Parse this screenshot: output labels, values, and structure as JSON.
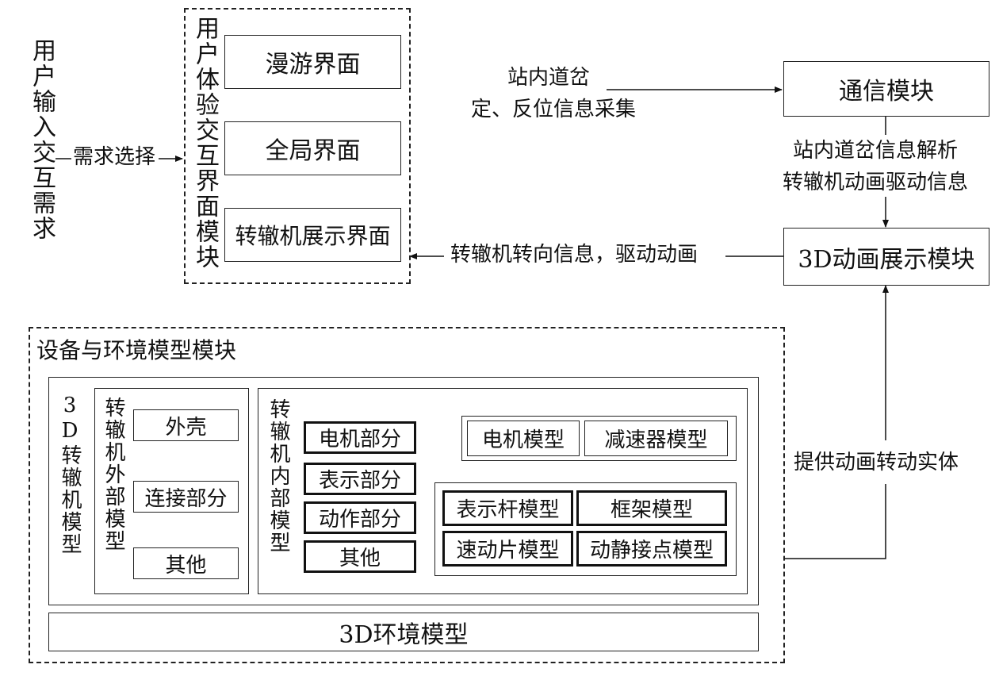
{
  "user_input": {
    "label": "用户输入交互需求",
    "need_selection": "需求选择"
  },
  "ux_module": {
    "title": "用户体验交互界面模块",
    "screens": [
      "漫游界面",
      "全局界面",
      "转辙机展示界面"
    ]
  },
  "communication": {
    "collect_line1": "站内道岔",
    "collect_line2": "定、反位信息采集",
    "module": "通信模块",
    "parse_line1": "站内道岔信息解析",
    "parse_line2": "转辙机动画驱动信息"
  },
  "animation": {
    "module": "3D动画展示模块",
    "turn_info": "转辙机转向信息，驱动动画",
    "provide": "提供动画转动实体"
  },
  "env_module": {
    "title": "设备与环境模型模块",
    "machine_title": "3D转辙机模型",
    "external": {
      "title": "转辙机外部模型",
      "parts": [
        "外壳",
        "连接部分",
        "其他"
      ]
    },
    "internal": {
      "title": "转辙机内部模型",
      "parts": [
        "电机部分",
        "表示部分",
        "动作部分",
        "其他"
      ],
      "motor_models": [
        "电机模型",
        "减速器模型"
      ],
      "indication_models": [
        "表示杆模型",
        "框架模型",
        "速动片模型",
        "动静接点模型"
      ]
    },
    "environment": "3D环境模型"
  }
}
